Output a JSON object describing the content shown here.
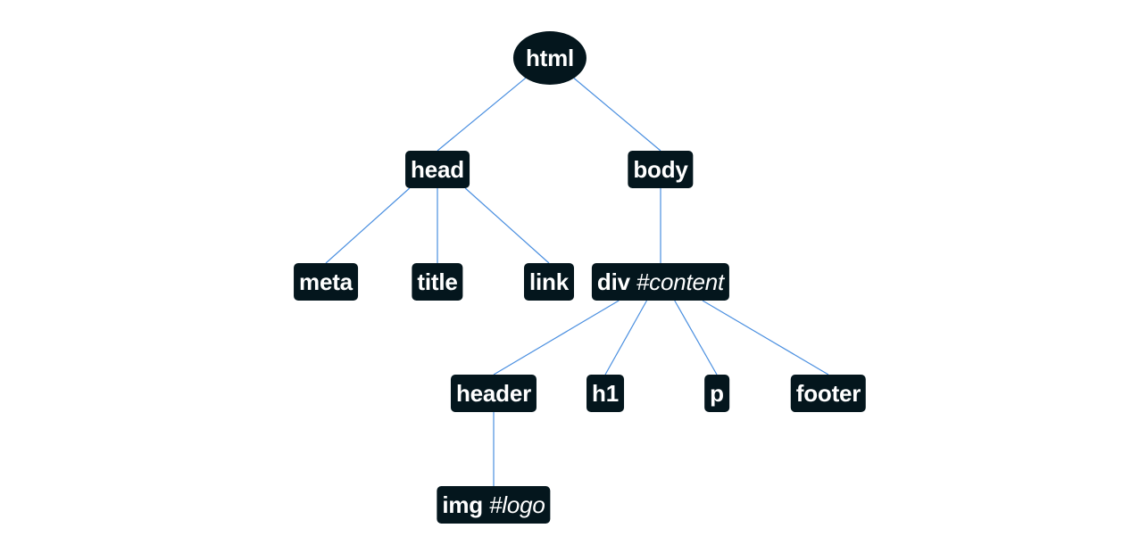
{
  "nodes": {
    "html": {
      "label": "html",
      "selector": ""
    },
    "head": {
      "label": "head",
      "selector": ""
    },
    "body": {
      "label": "body",
      "selector": ""
    },
    "meta": {
      "label": "meta",
      "selector": ""
    },
    "title": {
      "label": "title",
      "selector": ""
    },
    "link": {
      "label": "link",
      "selector": ""
    },
    "div": {
      "label": "div",
      "selector": "#content"
    },
    "header": {
      "label": "header",
      "selector": ""
    },
    "h1": {
      "label": "h1",
      "selector": ""
    },
    "p": {
      "label": "p",
      "selector": ""
    },
    "footer": {
      "label": "footer",
      "selector": ""
    },
    "img": {
      "label": "img",
      "selector": "#logo"
    }
  },
  "edges": [
    [
      "html",
      "head"
    ],
    [
      "html",
      "body"
    ],
    [
      "head",
      "meta"
    ],
    [
      "head",
      "title"
    ],
    [
      "head",
      "link"
    ],
    [
      "body",
      "div"
    ],
    [
      "div",
      "header"
    ],
    [
      "div",
      "h1"
    ],
    [
      "div",
      "p"
    ],
    [
      "div",
      "footer"
    ],
    [
      "header",
      "img"
    ]
  ],
  "colors": {
    "node_fill": "#04161d",
    "node_text": "#ffffff",
    "edge": "#4a8fe0"
  }
}
